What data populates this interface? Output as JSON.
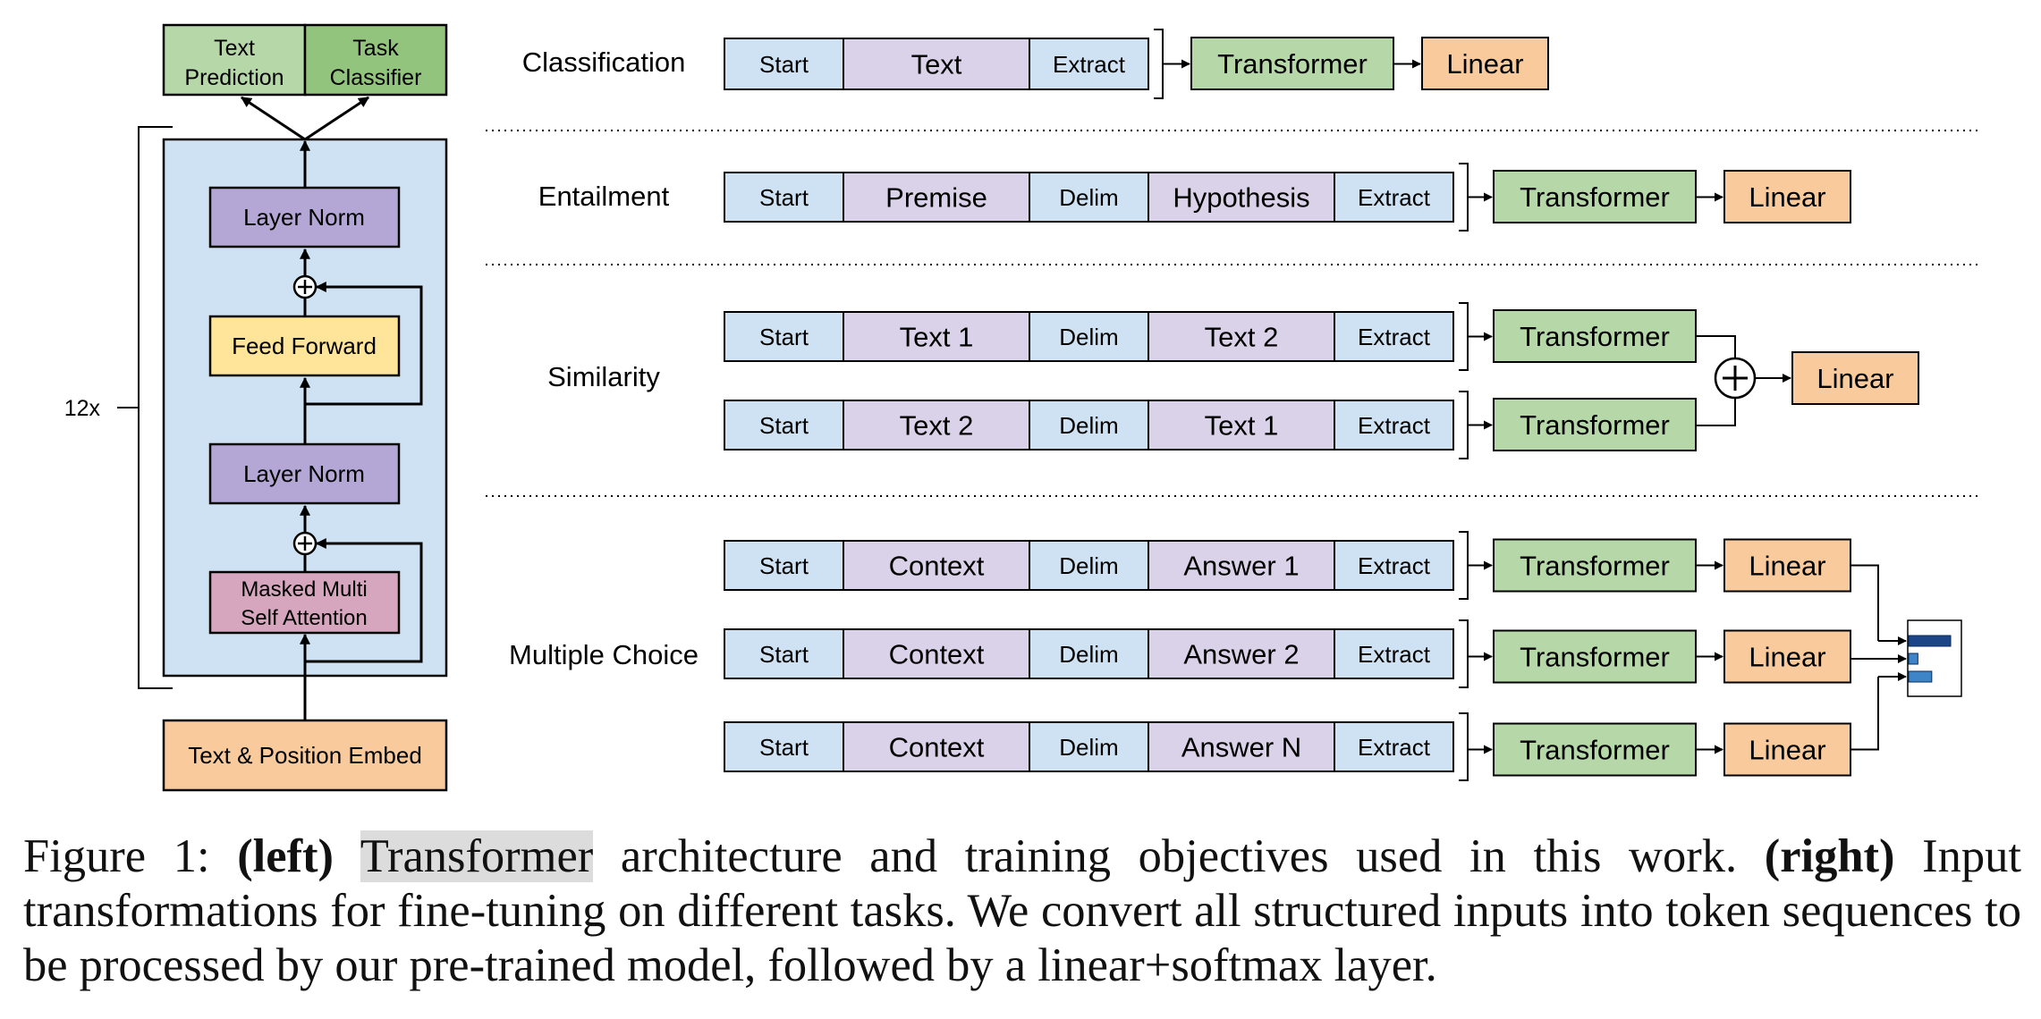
{
  "colors": {
    "token_blue": "#cfe2f3",
    "token_purple": "#d9d2e9",
    "transformer_green": "#b6d7a8",
    "linear_orange": "#f9cb9c",
    "layernorm_purple": "#b4a7d6",
    "feedforward_yellow": "#ffe599",
    "attention_pink": "#d5a6bd",
    "block_bg": "#cfe2f3",
    "head_text_pred": "#b6d7a8",
    "head_task_cls": "#93c47d",
    "softmax_bar": "#1c4587"
  },
  "left": {
    "heads": {
      "text_prediction": "Text Prediction",
      "task_classifier": "Task Classifier"
    },
    "repeat": "12x",
    "layers": {
      "layer_norm_top": "Layer Norm",
      "feed_forward": "Feed Forward",
      "layer_norm_bottom": "Layer Norm",
      "attention": "Masked Multi Self Attention"
    },
    "embed": "Text & Position Embed"
  },
  "tasks": {
    "classification": {
      "label": "Classification",
      "sequence": [
        "Start",
        "Text",
        "Extract"
      ],
      "transformer": "Transformer",
      "linear": "Linear"
    },
    "entailment": {
      "label": "Entailment",
      "sequence": [
        "Start",
        "Premise",
        "Delim",
        "Hypothesis",
        "Extract"
      ],
      "transformer": "Transformer",
      "linear": "Linear"
    },
    "similarity": {
      "label": "Similarity",
      "sequences": [
        [
          "Start",
          "Text 1",
          "Delim",
          "Text 2",
          "Extract"
        ],
        [
          "Start",
          "Text 2",
          "Delim",
          "Text 1",
          "Extract"
        ]
      ],
      "transformer": "Transformer",
      "plus": "+",
      "linear": "Linear"
    },
    "multiple_choice": {
      "label": "Multiple Choice",
      "sequences": [
        [
          "Start",
          "Context",
          "Delim",
          "Answer 1",
          "Extract"
        ],
        [
          "Start",
          "Context",
          "Delim",
          "Answer 2",
          "Extract"
        ],
        [
          "Start",
          "Context",
          "Delim",
          "Answer N",
          "Extract"
        ]
      ],
      "transformer": "Transformer",
      "linear": "Linear",
      "softmax_values": [
        1.0,
        0.22,
        0.55
      ]
    }
  },
  "caption": {
    "prefix": "Figure 1: ",
    "left_tag": "(left)",
    "highlight": "Transformer",
    "mid": " architecture and training objectives used in this work. ",
    "right_tag": "(right)",
    "rest": " Input transformations for fine-tuning on different tasks. We convert all structured inputs into token sequences to be processed by our pre-trained model, followed by a linear+softmax layer."
  }
}
